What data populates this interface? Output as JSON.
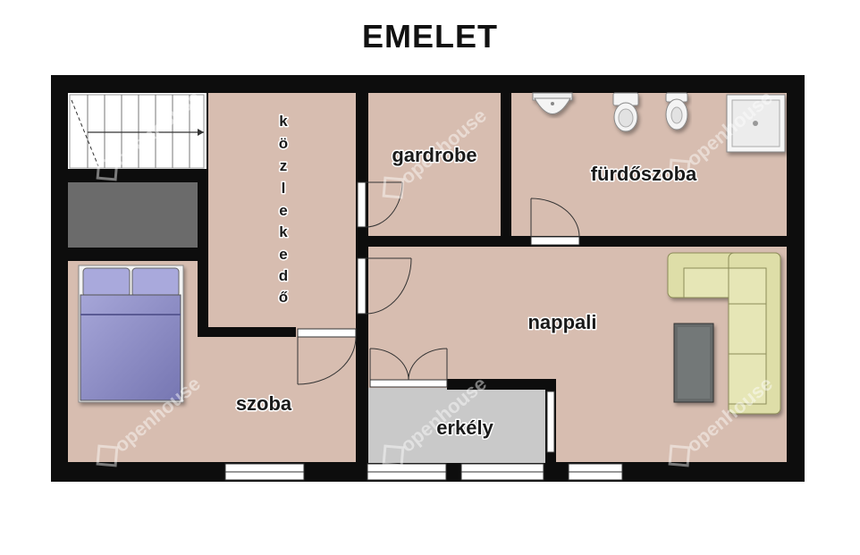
{
  "title": "EMELET",
  "rooms": {
    "gardrobe": "gardrobe",
    "furdoszoba": "fürdőszoba",
    "nappali": "nappali",
    "szoba": "szoba",
    "erkely": "erkély",
    "kozlekedo": [
      "k",
      "ö",
      "z",
      "l",
      "e",
      "k",
      "e",
      "d",
      "ő"
    ]
  },
  "watermark": "openhouse",
  "colors": {
    "wall": "#0d0d0d",
    "floor": "#d7bdb0",
    "balcony": "#c9c9c9",
    "bed": "#8f8fc6",
    "sofa": "#dedea8",
    "table": "#666b6b"
  }
}
